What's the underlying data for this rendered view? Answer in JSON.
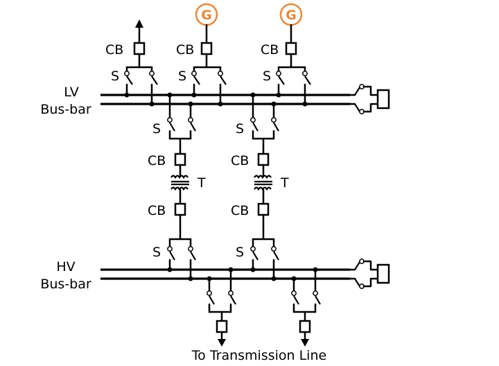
{
  "labels": {
    "lv_bus": [
      "LV",
      "Bus-bar"
    ],
    "hv_bus": [
      "HV",
      "Bus-bar"
    ],
    "circuit_breaker": "CB",
    "switch": "S",
    "transformer": "T",
    "generator": "G",
    "bottom": "To Transmission Line"
  },
  "colors": {
    "line": "#000000",
    "generator": "#e8883a",
    "background": "#ffffff"
  }
}
